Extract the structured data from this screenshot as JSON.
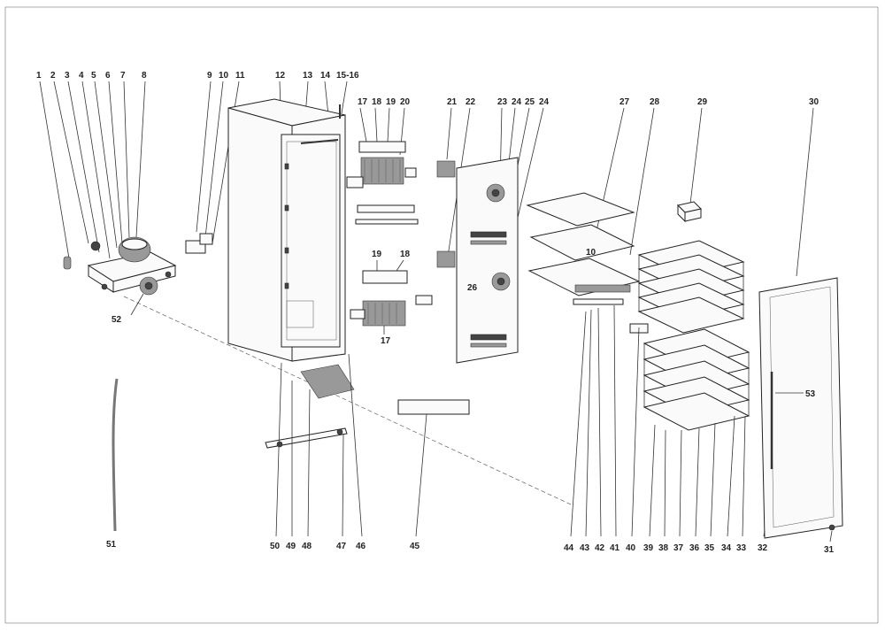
{
  "labels": {
    "l1": "1",
    "l2": "2",
    "l3": "3",
    "l4": "4",
    "l5": "5",
    "l6": "6",
    "l7": "7",
    "l8": "8",
    "l9": "9",
    "l10": "10",
    "l11": "11",
    "l12": "12",
    "l13": "13",
    "l14": "14",
    "l15_16": "15-16",
    "l17a": "17",
    "l18a": "18",
    "l19a": "19",
    "l20": "20",
    "l21": "21",
    "l22": "22",
    "l23": "23",
    "l24a": "24",
    "l25": "25",
    "l24b": "24",
    "l27": "27",
    "l28": "28",
    "l29": "29",
    "l30": "30",
    "l10b": "10",
    "l19b": "19",
    "l18b": "18",
    "l26": "26",
    "l17b": "17",
    "l52": "52",
    "l53": "53",
    "l51": "51",
    "l50": "50",
    "l49": "49",
    "l48": "48",
    "l47": "47",
    "l46": "46",
    "l45": "45",
    "l44": "44",
    "l43": "43",
    "l42": "42",
    "l41": "41",
    "l40": "40",
    "l39": "39",
    "l38": "38",
    "l37": "37",
    "l36": "36",
    "l35": "35",
    "l34": "34",
    "l33": "33",
    "l32": "32",
    "l31": "31"
  }
}
